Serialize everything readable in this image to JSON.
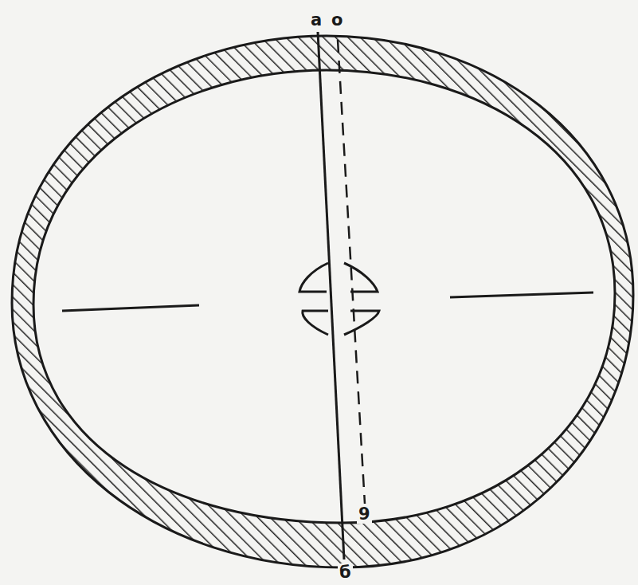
{
  "diagram": {
    "labels": [
      "а",
      "о",
      "9",
      "б"
    ]
  }
}
